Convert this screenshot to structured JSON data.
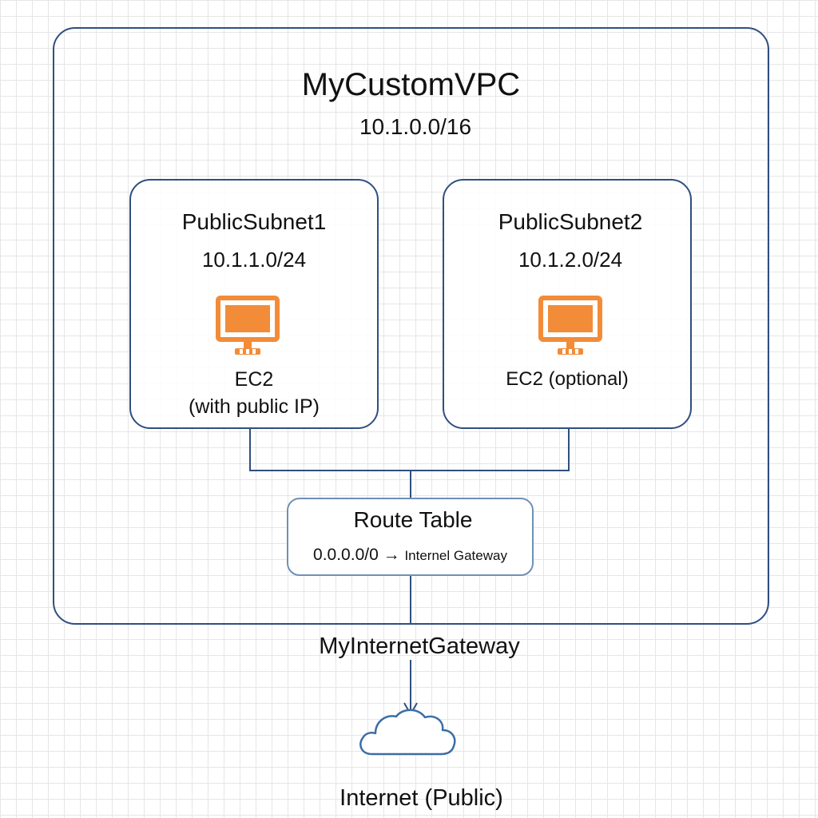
{
  "vpc": {
    "name": "MyCustomVPC",
    "cidr": "10.1.0.0/16"
  },
  "subnets": [
    {
      "name": "PublicSubnet1",
      "cidr": "10.1.1.0/24",
      "instance_label": "EC2",
      "instance_note": "(with public IP)",
      "icon": "monitor-icon"
    },
    {
      "name": "PublicSubnet2",
      "cidr": "10.1.2.0/24",
      "instance_label": "EC2 (optional)",
      "icon": "monitor-icon"
    }
  ],
  "route_table": {
    "title": "Route Table",
    "destination": "0.0.0.0/0",
    "arrow": "→",
    "target": "Internel Gateway"
  },
  "gateway": {
    "name": "MyInternetGateway"
  },
  "internet": {
    "label": "Internet (Public)",
    "icon": "cloud-icon"
  },
  "colors": {
    "border": "#2f4f7f",
    "route_border": "#6f90b8",
    "icon_orange": "#f28c38",
    "connector": "#2f4f7f"
  }
}
